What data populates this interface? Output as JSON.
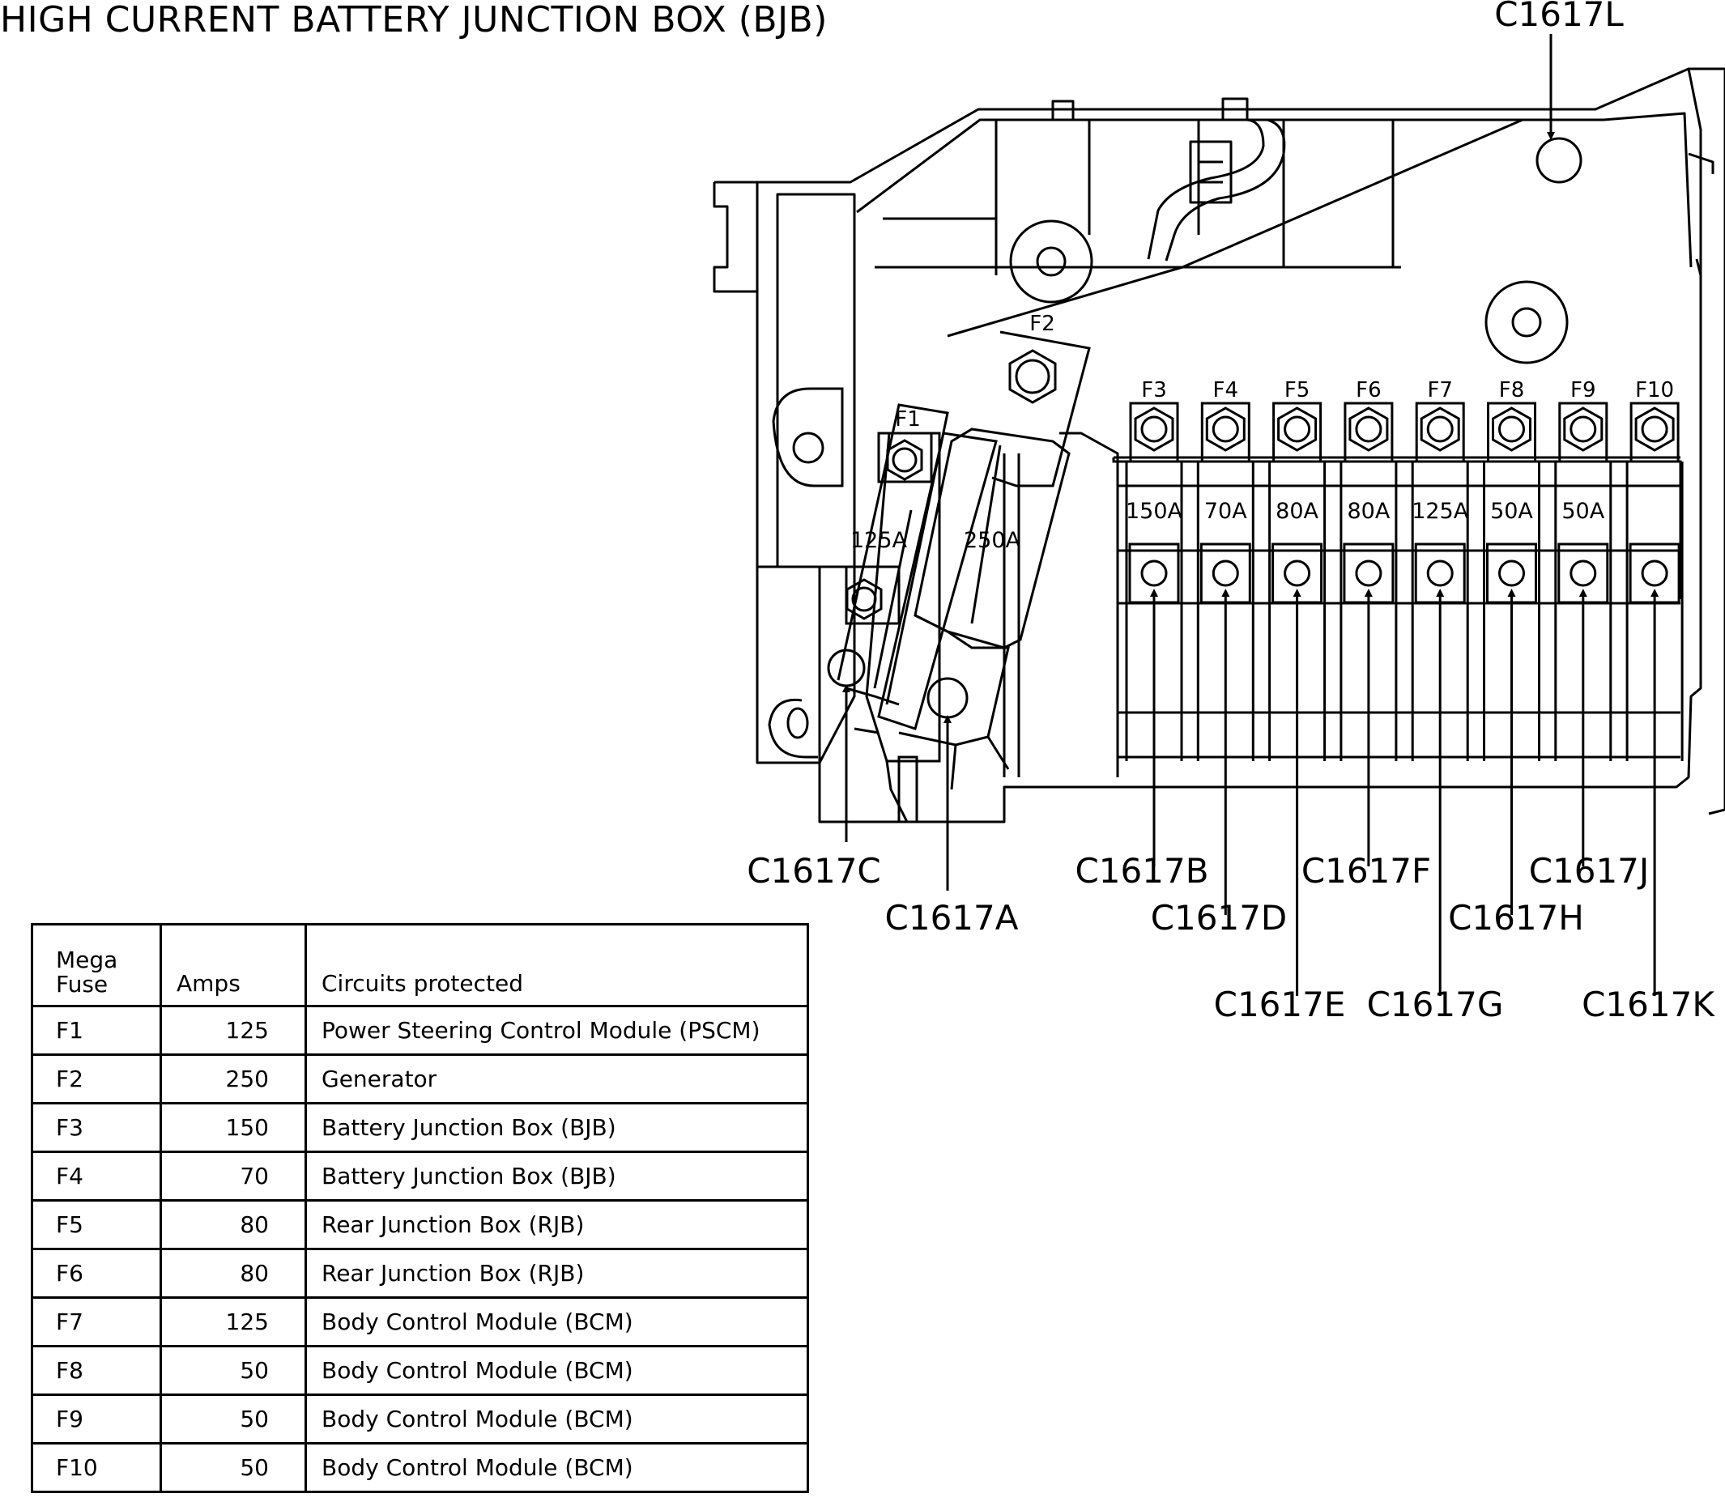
{
  "title": "HIGH CURRENT BATTERY JUNCTION BOX (BJB)",
  "fuse_labels": [
    "F1",
    "F2",
    "F3",
    "F4",
    "F5",
    "F6",
    "F7",
    "F8",
    "F9",
    "F10"
  ],
  "fuse_ratings": [
    "125A",
    "250A",
    "150A",
    "70A",
    "80A",
    "80A",
    "125A",
    "50A",
    "50A"
  ],
  "connectors": {
    "A": "C1617A",
    "B": "C1617B",
    "C": "C1617C",
    "D": "C1617D",
    "E": "C1617E",
    "F": "C1617F",
    "G": "C1617G",
    "H": "C1617H",
    "J": "C1617J",
    "K": "C1617K",
    "L": "C1617L"
  },
  "table": {
    "headers": {
      "fuse_line1": "Mega",
      "fuse_line2": "Fuse",
      "amps": "Amps",
      "circuits": "Circuits protected"
    },
    "rows": [
      {
        "fuse": "F1",
        "amps": "125",
        "circuit": "Power Steering Control Module (PSCM)"
      },
      {
        "fuse": "F2",
        "amps": "250",
        "circuit": "Generator"
      },
      {
        "fuse": "F3",
        "amps": "150",
        "circuit": "Battery Junction Box (BJB)"
      },
      {
        "fuse": "F4",
        "amps": "70",
        "circuit": "Battery Junction Box (BJB)"
      },
      {
        "fuse": "F5",
        "amps": "80",
        "circuit": "Rear Junction Box (RJB)"
      },
      {
        "fuse": "F6",
        "amps": "80",
        "circuit": "Rear Junction Box (RJB)"
      },
      {
        "fuse": "F7",
        "amps": "125",
        "circuit": "Body Control Module (BCM)"
      },
      {
        "fuse": "F8",
        "amps": "50",
        "circuit": "Body Control Module (BCM)"
      },
      {
        "fuse": "F9",
        "amps": "50",
        "circuit": "Body Control Module (BCM)"
      },
      {
        "fuse": "F10",
        "amps": "50",
        "circuit": "Body Control Module (BCM)"
      }
    ]
  }
}
